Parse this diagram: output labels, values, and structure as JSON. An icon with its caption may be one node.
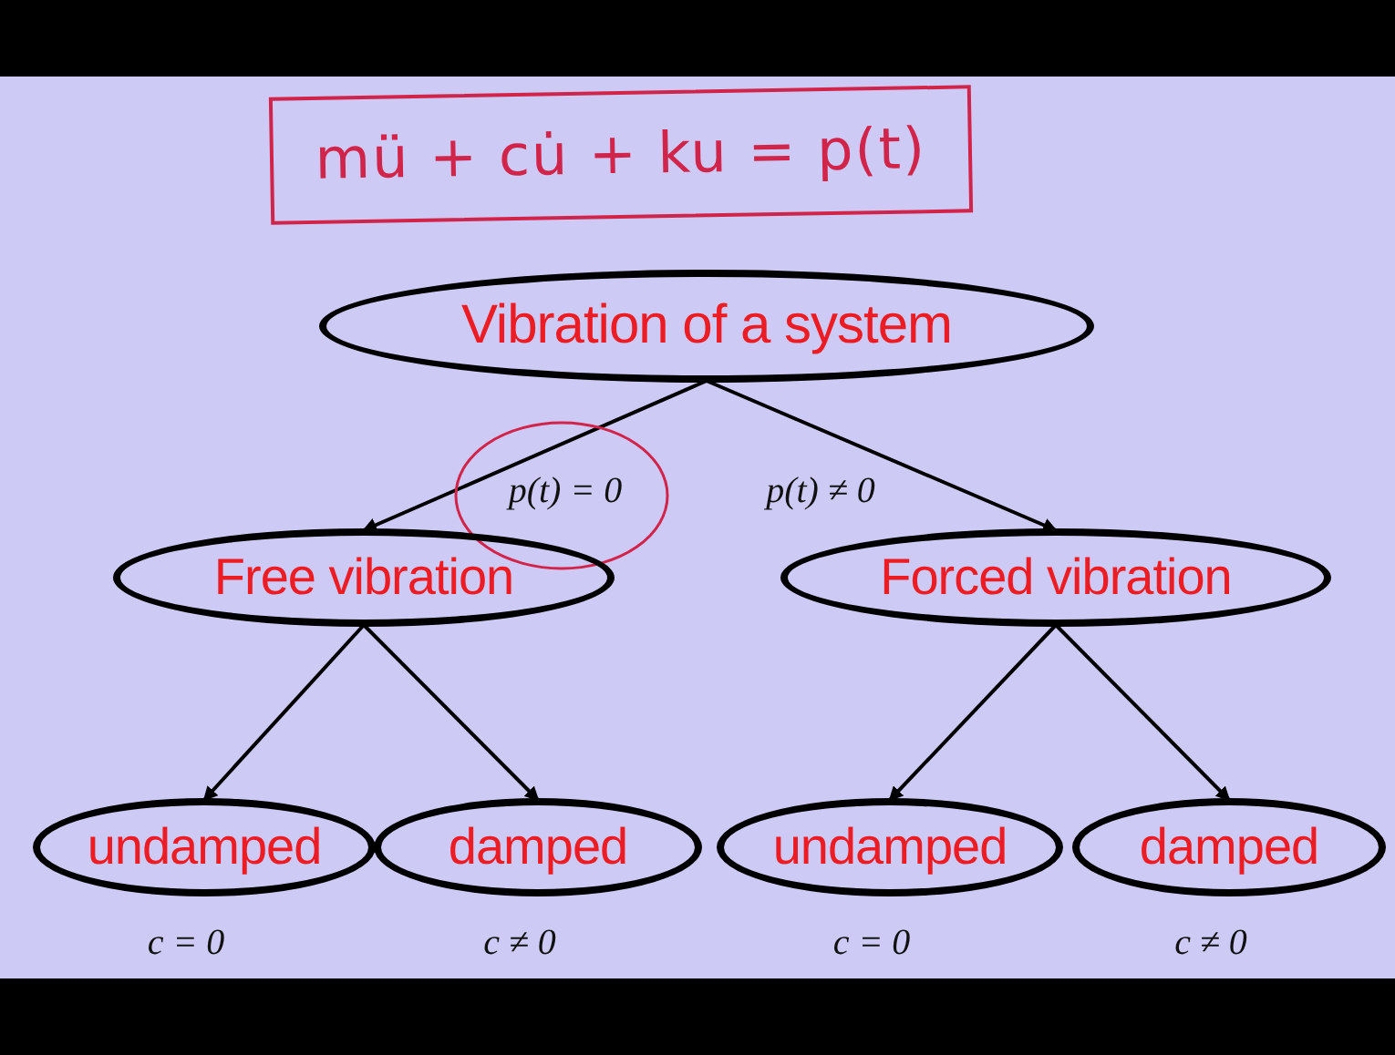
{
  "diagram": {
    "nodes": [
      {
        "text": [
          "mü + cu̇ + ku = p(t)"
        ]
      },
      {
        "text": [
          "Vibration of a system"
        ]
      },
      {
        "text": [
          "Free vibration"
        ]
      },
      {
        "text": [
          "Forced vibration"
        ]
      },
      {
        "text": [
          "undamped"
        ],
        "beside": [
          "c = 0"
        ]
      },
      {
        "text": [
          "damped"
        ],
        "beside": [
          "c ≠ 0"
        ]
      },
      {
        "text": [
          "undamped"
        ],
        "beside": [
          "c = 0"
        ]
      },
      {
        "text": [
          "damped"
        ],
        "beside": [
          "c ≠ 0"
        ]
      }
    ],
    "edges": [
      {
        "from": 1,
        "to": 2,
        "arrow": "to",
        "label": "p(t) = 0"
      },
      {
        "from": 1,
        "to": 3,
        "arrow": "to",
        "label": "p(t) ≠ 0"
      },
      {
        "from": 2,
        "to": 4,
        "arrow": "to"
      },
      {
        "from": 2,
        "to": 5,
        "arrow": "to"
      },
      {
        "from": 3,
        "to": 6,
        "arrow": "to"
      },
      {
        "from": 3,
        "to": 7,
        "arrow": "to"
      }
    ]
  }
}
